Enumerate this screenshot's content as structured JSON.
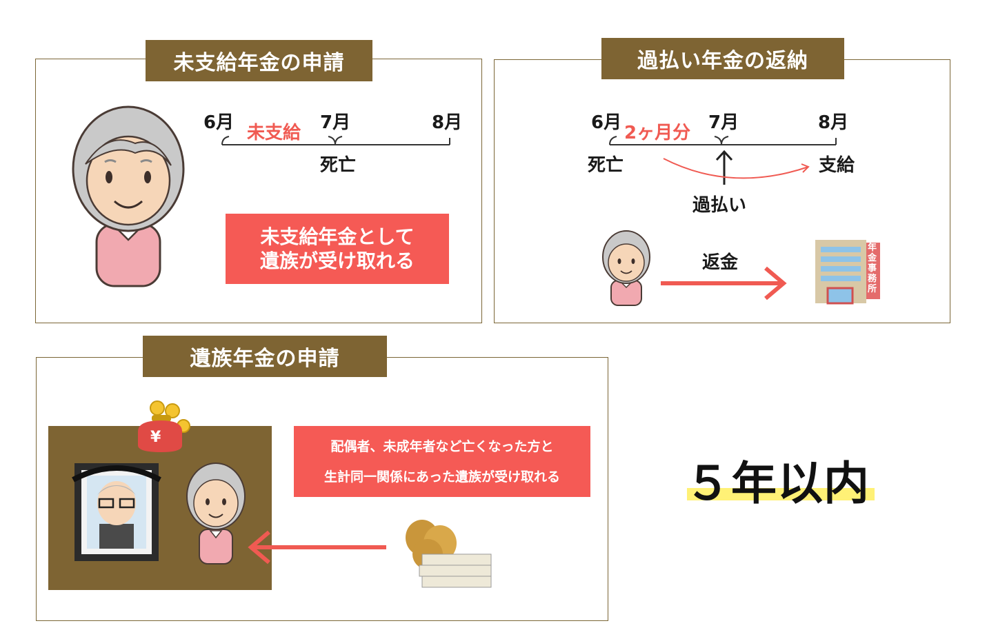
{
  "panel1": {
    "title": "未支給年金の申請",
    "m6": "6月",
    "m7": "7月",
    "m8": "8月",
    "unpaid": "未支給",
    "death": "死亡",
    "box_line1": "未支給年金として",
    "box_line2": "遺族が受け取れる"
  },
  "panel2": {
    "title": "過払い年金の返納",
    "m6": "6月",
    "m7": "7月",
    "m8": "8月",
    "two_months": "2ヶ月分",
    "death": "死亡",
    "payment": "支給",
    "overpay": "過払い",
    "refund": "返金",
    "office_sign": "年金事務所"
  },
  "panel3": {
    "title": "遺族年金の申請",
    "box_line1": "配偶者、未成年者など亡くなった方と",
    "box_line2": "生計同一関係にあった遺族が受け取れる",
    "yen": "¥"
  },
  "deadline": "５年以内",
  "colors": {
    "brown": "#7e6433",
    "accent_red": "#f55a55",
    "highlight": "#fff176"
  }
}
